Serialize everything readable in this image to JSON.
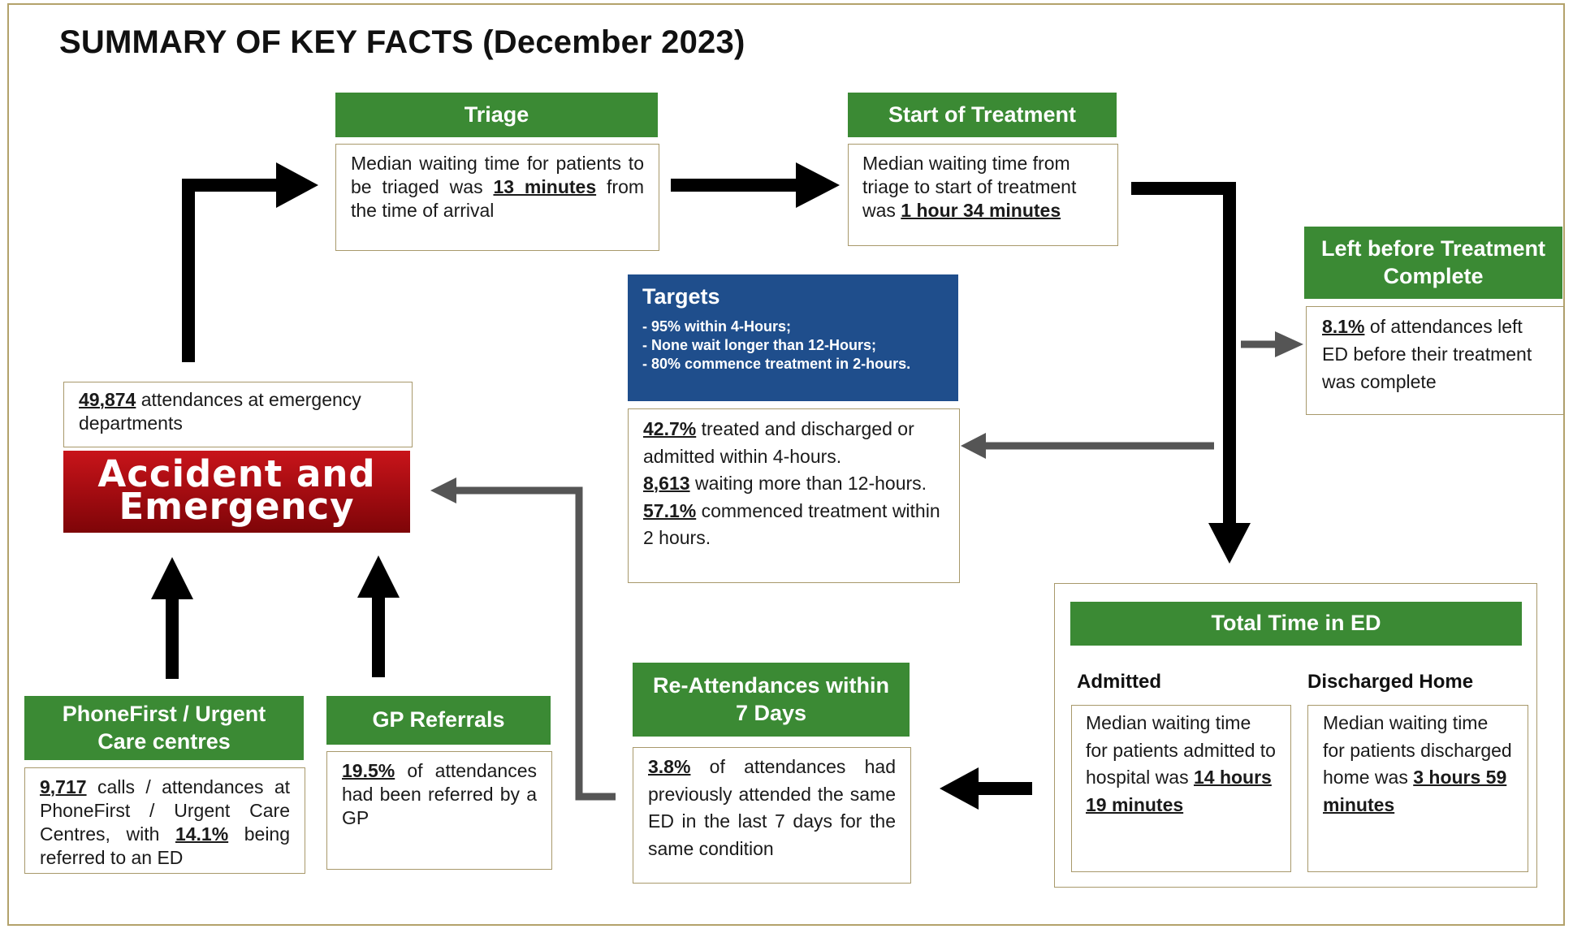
{
  "title": "SUMMARY OF KEY FACTS (December 2023)",
  "colors": {
    "green": "#3b8a34",
    "navy": "#1f4e8c",
    "red": "#a00b10",
    "border": "#a8996b"
  },
  "triage": {
    "header": "Triage",
    "t1": "Median waiting time for patients to be triaged was",
    "v1": "13 minutes",
    "t2": "from the time of arrival"
  },
  "start_treatment": {
    "header": "Start of Treatment",
    "t1": "Median waiting time from triage to start of treatment was",
    "v1": "1 hour 34 minutes"
  },
  "left_before": {
    "header": "Left before Treatment Complete",
    "v1": "8.1%",
    "t1": "of attendances left ED before their treatment was complete"
  },
  "targets": {
    "header": "Targets",
    "items": [
      "- 95% within 4-Hours;",
      "- None wait longer than 12-Hours;",
      "- 80% commence treatment in 2-hours."
    ]
  },
  "performance": {
    "v1": "42.7%",
    "t1": "treated and discharged or admitted within 4-hours.",
    "v2": "8,613",
    "t2": "waiting more than 12-hours.",
    "v3": "57.1%",
    "t3": "commenced treatment within 2 hours."
  },
  "attendances": {
    "v1": "49,874",
    "t1": "attendances at emergency departments"
  },
  "ae_logo": {
    "line1": "Accident and",
    "line2": "Emergency"
  },
  "phonefirst": {
    "header": "PhoneFirst / Urgent Care centres",
    "v1": "9,717",
    "t1": "calls / attendances at PhoneFirst / Urgent Care Centres, with",
    "v2": "14.1%",
    "t2": "being referred to an ED"
  },
  "gp": {
    "header": "GP Referrals",
    "v1": "19.5%",
    "t1": "of attendances had been referred by a GP"
  },
  "reattend": {
    "header": "Re-Attendances within 7 Days",
    "v1": "3.8%",
    "t1": "of attendances had previously attended the same ED in the last 7 days for the same condition"
  },
  "total_time": {
    "header": "Total Time in ED",
    "admitted_label": "Admitted",
    "admitted_text": "Median waiting time for patients admitted to hospital was",
    "admitted_value": "14 hours 19 minutes",
    "discharged_label": "Discharged Home",
    "discharged_text": "Median waiting time for patients discharged home was",
    "discharged_value": "3 hours 59 minutes"
  }
}
